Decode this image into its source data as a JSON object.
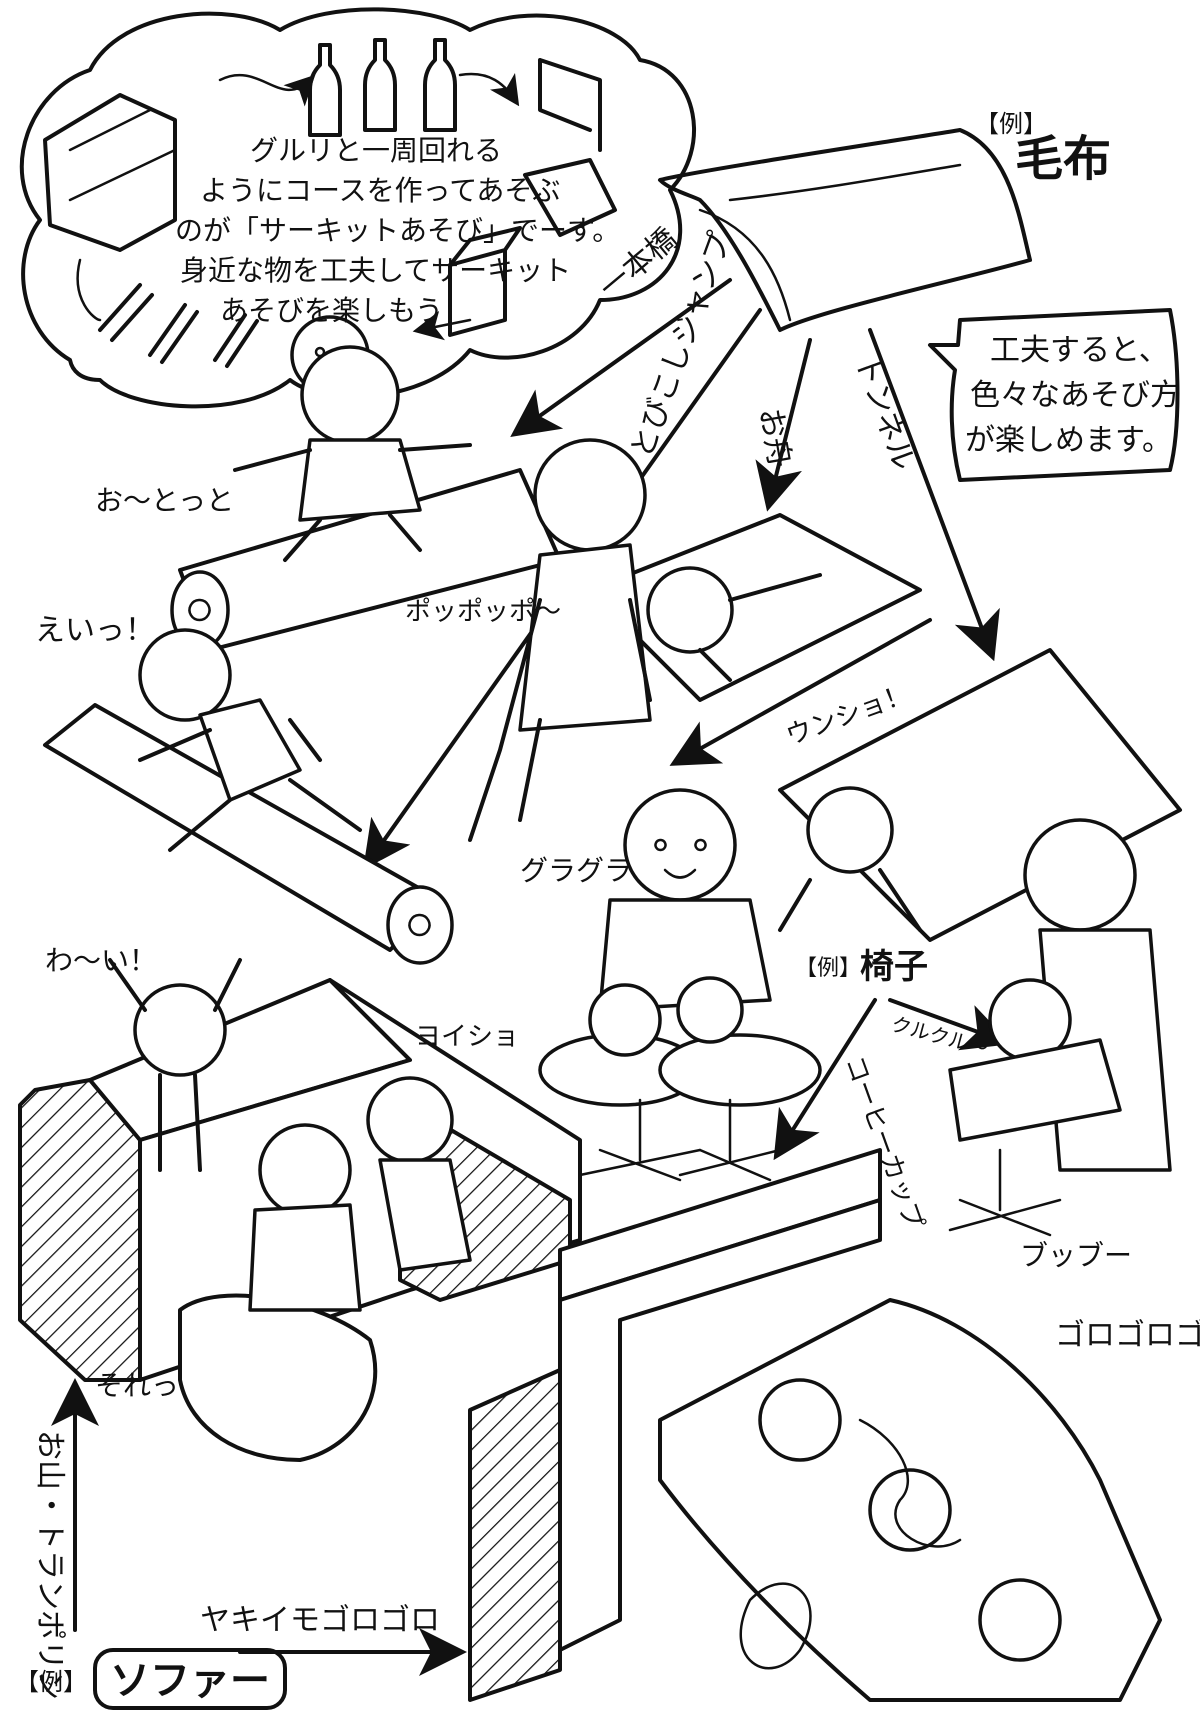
{
  "thought_bubble": {
    "lines": [
      "グルリと一周回れる",
      "ようにコースを作ってあそぶ",
      "のが「サーキットあそび」でーす。",
      "身近な物を工夫してサーキット",
      "あそびを楽しもう！"
    ]
  },
  "examples": {
    "blanket": {
      "tag": "【例】",
      "name": "毛布"
    },
    "chair": {
      "tag": "【例】",
      "name": "椅子"
    },
    "sofa": {
      "tag": "【例】",
      "name": "ソファー"
    }
  },
  "tip_bubble": {
    "lines": [
      "工夫すると、",
      "色々なあそび方",
      "が楽しめます。"
    ]
  },
  "arrow_labels": {
    "ippon_bashi": "一本橋",
    "tobi_koshi": "とびこしジャンプ",
    "ofune": "お舟",
    "tonneru": "トンネル",
    "coffee_cup": "コーヒーカップ",
    "omiyama": "お山・トランポリン",
    "yakiimo": "ヤキイモゴロゴロ"
  },
  "sounds": {
    "ottotto": "お～とっと",
    "eiii": "えいっ！",
    "poppo": "ポッポッポ～",
    "unsho": "ウンショ！",
    "guragura": "グラグラ",
    "waii": "わ～い！",
    "yoisho": "ヨイショ",
    "sore": "それっ",
    "kurukuru": "クルクル～",
    "bubuu": "ブッブー",
    "goro": "ゴロゴロゴロ"
  }
}
